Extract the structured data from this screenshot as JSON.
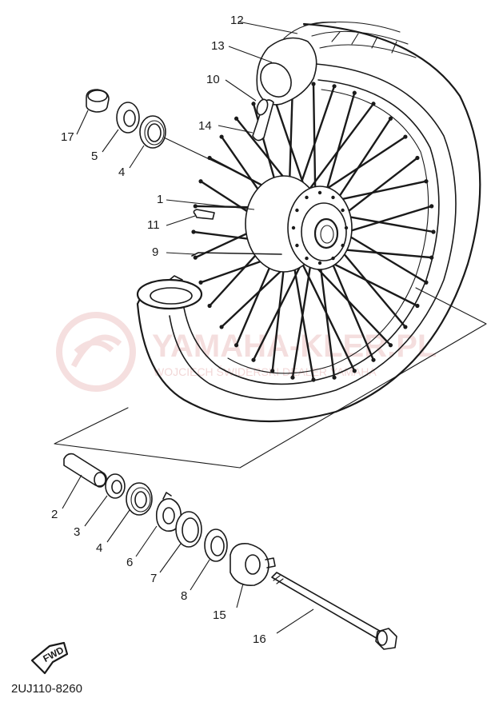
{
  "diagram": {
    "part_labels": [
      "1",
      "2",
      "3",
      "4",
      "4",
      "5",
      "6",
      "7",
      "8",
      "9",
      "10",
      "11",
      "12",
      "13",
      "14",
      "15",
      "16",
      "17"
    ],
    "watermark": {
      "title": "YAMAHA-KLER.PL",
      "subtitle": "WOJCIECH ŚWIDERSKI DEALER YAMAHA"
    },
    "direction_tag": "FWD",
    "diagram_code": "2UJ110-8260",
    "colors": {
      "line": "#1a1a1a",
      "watermark": "#e8b8b8",
      "background": "#ffffff"
    }
  }
}
